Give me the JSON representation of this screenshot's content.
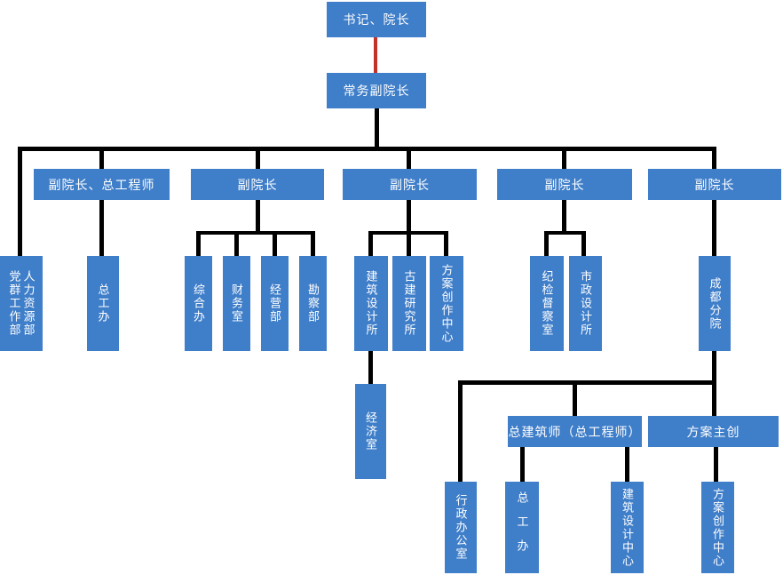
{
  "colors": {
    "node_fill": "#3F7EC9",
    "node_text": "#FFFFFF",
    "connector": "#000000",
    "special_connector": "#C2312A"
  },
  "org": {
    "president": {
      "label": "书记、院长"
    },
    "executive_vp": {
      "label": "常务副院长"
    },
    "vps": [
      {
        "label": "副院长、总工程师"
      },
      {
        "label": "副院长"
      },
      {
        "label": "副院长"
      },
      {
        "label": "副院长"
      },
      {
        "label": "副院长"
      }
    ],
    "staff_office": {
      "labels": [
        "党群工作部",
        "人力资源部"
      ]
    },
    "chief_engineer_office": {
      "label": "总工办"
    },
    "admin_depts": [
      {
        "label": "综合办"
      },
      {
        "label": "财务室"
      },
      {
        "label": "经营部"
      },
      {
        "label": "勘察部"
      }
    ],
    "design_depts": [
      {
        "label": "建筑设计所"
      },
      {
        "label": "古建研究所"
      },
      {
        "label": "方案创作中心"
      }
    ],
    "economy_office": {
      "label": "经济室"
    },
    "supervision_depts": [
      {
        "label": "纪检督察室"
      },
      {
        "label": "市政设计所"
      }
    ],
    "chengdu_branch": {
      "label": "成都分院"
    },
    "chengdu_leaders": [
      {
        "label": "总建筑师（总工程师）"
      },
      {
        "label": "方案主创"
      }
    ],
    "chengdu_depts": [
      {
        "label": "行政办公室"
      },
      {
        "label": "总工办"
      },
      {
        "label": "建筑设计中心"
      },
      {
        "label": "方案创作中心"
      }
    ]
  }
}
